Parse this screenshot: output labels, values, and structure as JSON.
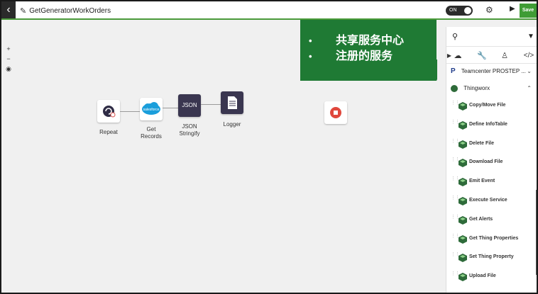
{
  "header": {
    "title": "GetGeneratorWorkOrders",
    "toggle_label": "ON",
    "save_label": "Save"
  },
  "zoom": {
    "plus": "+",
    "minus": "−"
  },
  "nodes": {
    "repeat": {
      "label": "Repeat"
    },
    "get_records": {
      "label_line1": "Get",
      "label_line2": "Records",
      "icon_text": "salesforce"
    },
    "json_stringify": {
      "label_line1": "JSON",
      "label_line2": "Stringify",
      "icon_text": "JSON"
    },
    "logger": {
      "label": "Logger"
    }
  },
  "sidebar": {
    "categories": [
      {
        "label": "Teamcenter PROSTEP ...",
        "expanded": false
      },
      {
        "label": "Thingworx",
        "expanded": true
      }
    ],
    "items": [
      {
        "label": "Copy/Move File"
      },
      {
        "label": "Define InfoTable"
      },
      {
        "label": "Delete File"
      },
      {
        "label": "Download File"
      },
      {
        "label": "Emit Event"
      },
      {
        "label": "Execute Service"
      },
      {
        "label": "Get Alerts"
      },
      {
        "label": "Get Thing Properties"
      },
      {
        "label": "Set Thing Property"
      },
      {
        "label": "Upload File"
      }
    ]
  },
  "callout": {
    "bullets": [
      "共享服务中心",
      "注册的服务"
    ]
  },
  "colors": {
    "accent": "#3f9c35",
    "callout": "#1f7a34",
    "node_dark": "#3a3650"
  }
}
